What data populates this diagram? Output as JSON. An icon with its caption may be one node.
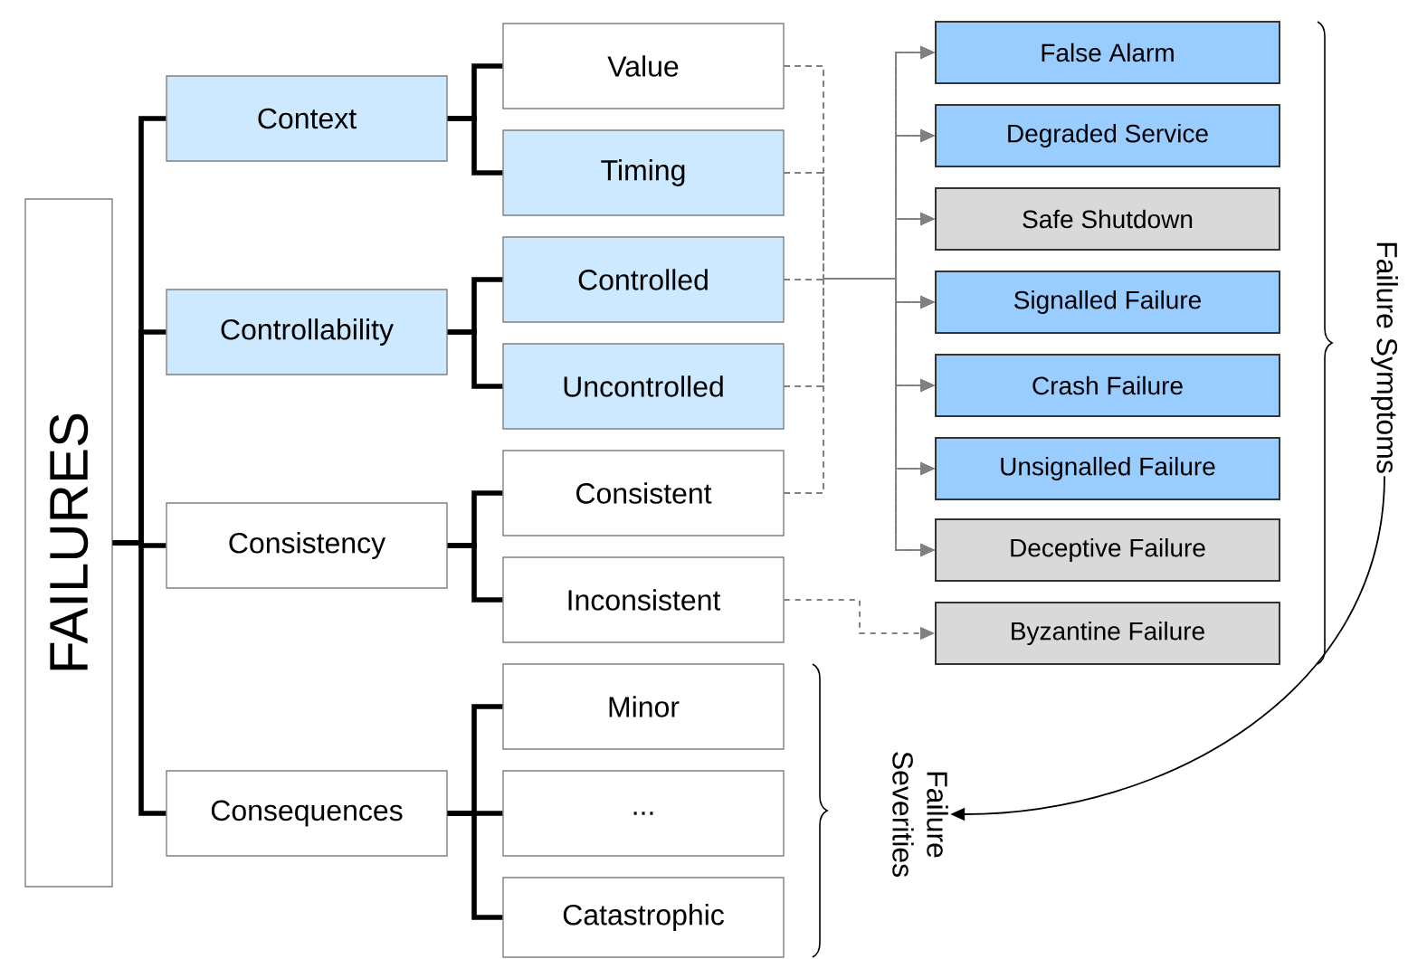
{
  "diagram": {
    "nodes": [
      {
        "text": [
          "FAILURES"
        ]
      },
      {
        "text": [
          "Context"
        ]
      },
      {
        "text": [
          "Value"
        ]
      },
      {
        "text": [
          "Timing"
        ]
      },
      {
        "text": [
          "Controllability"
        ]
      },
      {
        "text": [
          "Controlled"
        ]
      },
      {
        "text": [
          "Uncontrolled"
        ]
      },
      {
        "text": [
          "Consistency"
        ]
      },
      {
        "text": [
          "Consistent"
        ]
      },
      {
        "text": [
          "Inconsistent"
        ]
      },
      {
        "text": [
          "Consequences"
        ]
      },
      {
        "text": [
          "Minor"
        ]
      },
      {
        "text": [
          "..."
        ]
      },
      {
        "text": [
          "Catastrophic"
        ]
      },
      {
        "text": [
          "False Alarm"
        ]
      },
      {
        "text": [
          "Degraded Service"
        ]
      },
      {
        "text": [
          "Safe Shutdown"
        ]
      },
      {
        "text": [
          "Signalled Failure"
        ]
      },
      {
        "text": [
          "Crash Failure"
        ]
      },
      {
        "text": [
          "Unsignalled Failure"
        ]
      },
      {
        "text": [
          "Deceptive Failure"
        ]
      },
      {
        "text": [
          "Byzantine Failure"
        ]
      },
      {
        "text": [
          "Failure Symptoms"
        ]
      },
      {
        "text": [
          "Failure Severities"
        ]
      }
    ],
    "edges": [
      {
        "from": 0,
        "to": 1,
        "arrow": "none",
        "style": "thick",
        "color": "#000000"
      },
      {
        "from": 0,
        "to": 4,
        "arrow": "none",
        "style": "thick",
        "color": "#000000"
      },
      {
        "from": 0,
        "to": 7,
        "arrow": "none",
        "style": "thick",
        "color": "#000000"
      },
      {
        "from": 0,
        "to": 10,
        "arrow": "none",
        "style": "thick",
        "color": "#000000"
      },
      {
        "from": 1,
        "to": 2,
        "arrow": "none",
        "style": "thick",
        "color": "#000000"
      },
      {
        "from": 1,
        "to": 3,
        "arrow": "none",
        "style": "thick",
        "color": "#000000"
      },
      {
        "from": 4,
        "to": 5,
        "arrow": "none",
        "style": "thick",
        "color": "#000000"
      },
      {
        "from": 4,
        "to": 6,
        "arrow": "none",
        "style": "thick",
        "color": "#000000"
      },
      {
        "from": 7,
        "to": 8,
        "arrow": "none",
        "style": "thick",
        "color": "#000000"
      },
      {
        "from": 7,
        "to": 9,
        "arrow": "none",
        "style": "thick",
        "color": "#000000"
      },
      {
        "from": 10,
        "to": 11,
        "arrow": "none",
        "style": "thick",
        "color": "#000000"
      },
      {
        "from": 10,
        "to": 12,
        "arrow": "none",
        "style": "thick",
        "color": "#000000"
      },
      {
        "from": 10,
        "to": 13,
        "arrow": "none",
        "style": "thick",
        "color": "#000000"
      },
      {
        "from": 2,
        "to": 14,
        "arrow": "to",
        "style": "dashed"
      },
      {
        "from": 2,
        "to": 15,
        "arrow": "to",
        "style": "dashed"
      },
      {
        "from": 2,
        "to": 16,
        "arrow": "to",
        "style": "dashed"
      },
      {
        "from": 2,
        "to": 17,
        "arrow": "to",
        "style": "dashed"
      },
      {
        "from": 2,
        "to": 18,
        "arrow": "to",
        "style": "dashed"
      },
      {
        "from": 2,
        "to": 19,
        "arrow": "to",
        "style": "dashed"
      },
      {
        "from": 2,
        "to": 20,
        "arrow": "to",
        "style": "dashed"
      },
      {
        "from": 3,
        "to": 14,
        "arrow": "to",
        "style": "dashed"
      },
      {
        "from": 3,
        "to": 15,
        "arrow": "to",
        "style": "dashed"
      },
      {
        "from": 3,
        "to": 16,
        "arrow": "to",
        "style": "dashed"
      },
      {
        "from": 3,
        "to": 17,
        "arrow": "to",
        "style": "dashed"
      },
      {
        "from": 3,
        "to": 18,
        "arrow": "to",
        "style": "dashed"
      },
      {
        "from": 3,
        "to": 19,
        "arrow": "to",
        "style": "dashed"
      },
      {
        "from": 3,
        "to": 20,
        "arrow": "to",
        "style": "dashed"
      },
      {
        "from": 5,
        "to": 14,
        "arrow": "to",
        "style": "dashed"
      },
      {
        "from": 5,
        "to": 15,
        "arrow": "to",
        "style": "dashed"
      },
      {
        "from": 5,
        "to": 16,
        "arrow": "to",
        "style": "dashed"
      },
      {
        "from": 5,
        "to": 17,
        "arrow": "to",
        "style": "dashed"
      },
      {
        "from": 5,
        "to": 18,
        "arrow": "to",
        "style": "dashed"
      },
      {
        "from": 5,
        "to": 19,
        "arrow": "to",
        "style": "dashed"
      },
      {
        "from": 5,
        "to": 20,
        "arrow": "to",
        "style": "dashed"
      },
      {
        "from": 6,
        "to": 14,
        "arrow": "to",
        "style": "dashed"
      },
      {
        "from": 6,
        "to": 15,
        "arrow": "to",
        "style": "dashed"
      },
      {
        "from": 6,
        "to": 16,
        "arrow": "to",
        "style": "dashed"
      },
      {
        "from": 6,
        "to": 17,
        "arrow": "to",
        "style": "dashed"
      },
      {
        "from": 6,
        "to": 18,
        "arrow": "to",
        "style": "dashed"
      },
      {
        "from": 6,
        "to": 19,
        "arrow": "to",
        "style": "dashed"
      },
      {
        "from": 6,
        "to": 20,
        "arrow": "to",
        "style": "dashed"
      },
      {
        "from": 8,
        "to": 14,
        "arrow": "to",
        "style": "dashed"
      },
      {
        "from": 8,
        "to": 15,
        "arrow": "to",
        "style": "dashed"
      },
      {
        "from": 8,
        "to": 16,
        "arrow": "to",
        "style": "dashed"
      },
      {
        "from": 8,
        "to": 17,
        "arrow": "to",
        "style": "dashed"
      },
      {
        "from": 8,
        "to": 18,
        "arrow": "to",
        "style": "dashed"
      },
      {
        "from": 8,
        "to": 19,
        "arrow": "to",
        "style": "dashed"
      },
      {
        "from": 8,
        "to": 20,
        "arrow": "to",
        "style": "dashed"
      },
      {
        "from": 9,
        "to": 21,
        "arrow": "to",
        "style": "dashed"
      },
      {
        "from": 22,
        "to": 23,
        "arrow": "to",
        "color": "#000000"
      }
    ]
  }
}
